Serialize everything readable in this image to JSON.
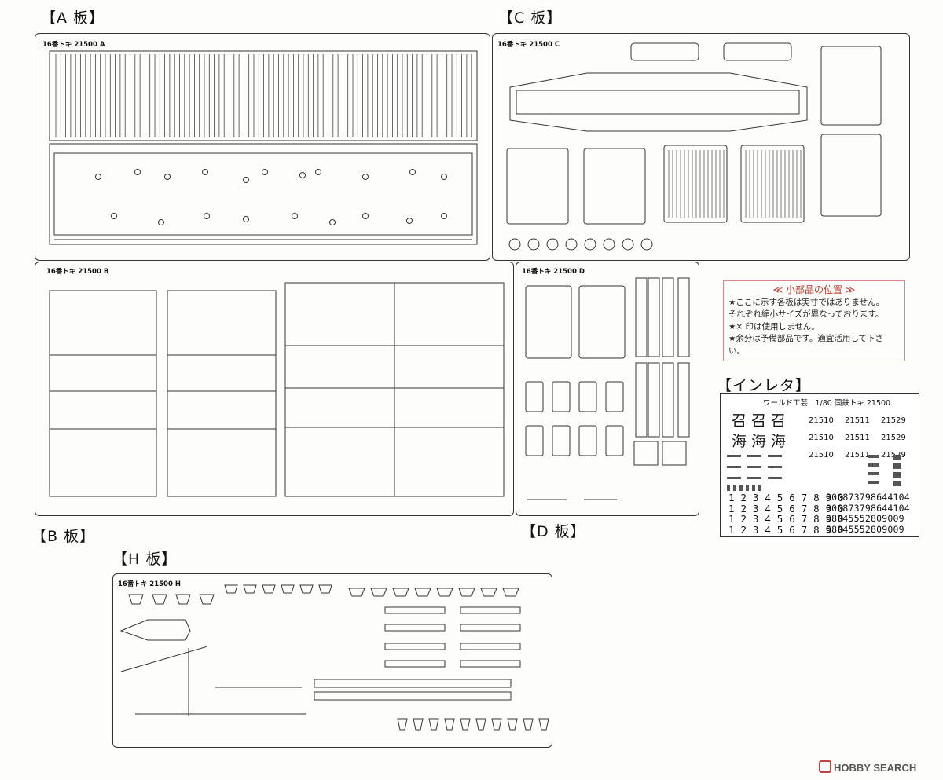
{
  "headings": {
    "a": "【A 板】",
    "c": "【C 板】",
    "b": "【B 板】",
    "d": "【D 板】",
    "h": "【H 板】",
    "inlet": "【インレタ】"
  },
  "plates": {
    "a": "16番トキ 21500 A",
    "b": "16番トキ 21500 B",
    "c": "16番トキ 21500 C",
    "d": "16番トキ 21500 D",
    "h": "16番トキ 21500 H"
  },
  "notes": {
    "title": "≪ 小部品の位置 ≫",
    "lines": [
      "★ここに示す各板は実寸ではありません。",
      "それぞれ縮小サイズが異なっております。",
      "★× 印は使用しません。",
      "★余分は予備部品です。適宜活用して下さい。"
    ]
  },
  "decal": {
    "header": "ワールド工芸　1/80 国鉄トキ 21500",
    "kanji_top": [
      "召",
      "召",
      "召"
    ],
    "kanji_bottom": [
      "海",
      "海",
      "海"
    ],
    "car_numbers": [
      "21510",
      "21511",
      "21529",
      "21510",
      "21511",
      "21529",
      "21510",
      "21511",
      "21529"
    ],
    "digits": [
      "1 2 3 4 5 6 7 8 9 0",
      "1 2 3 4 5 6 7 8 9 0",
      "1 2 3 4 5 6 7 8 9 0",
      "1 2 3 4 5 6 7 8 9 0"
    ],
    "long_numbers": [
      "306873798644104",
      "306873798644104",
      "58045552809009",
      "58045552809009"
    ]
  },
  "watermark": "HOBBY SEARCH",
  "colors": {
    "line": "#333333",
    "notes_border": "#d98b8b",
    "notes_title": "#c0392b"
  }
}
